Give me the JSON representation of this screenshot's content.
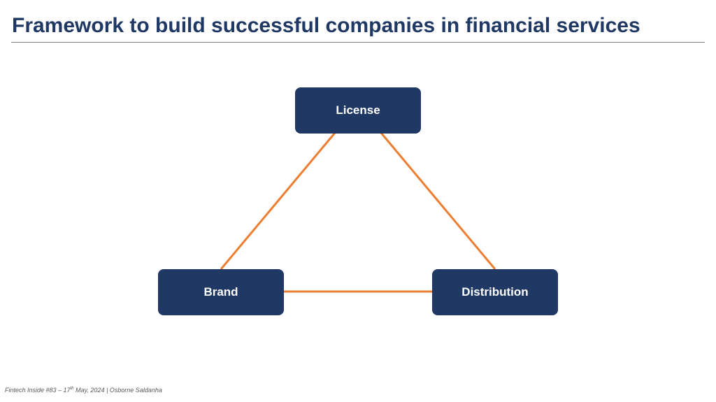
{
  "slide": {
    "title": "Framework to build successful companies in financial services"
  },
  "diagram": {
    "nodes": {
      "license": "License",
      "brand": "Brand",
      "distribution": "Distribution"
    },
    "node_color": "#1f3864",
    "connector_color": "#ed7d31"
  },
  "footer": {
    "prefix": "Fintech Inside #83 – 17",
    "superscript": "th",
    "suffix": " May, 2024 | Osborne Saldanha"
  }
}
